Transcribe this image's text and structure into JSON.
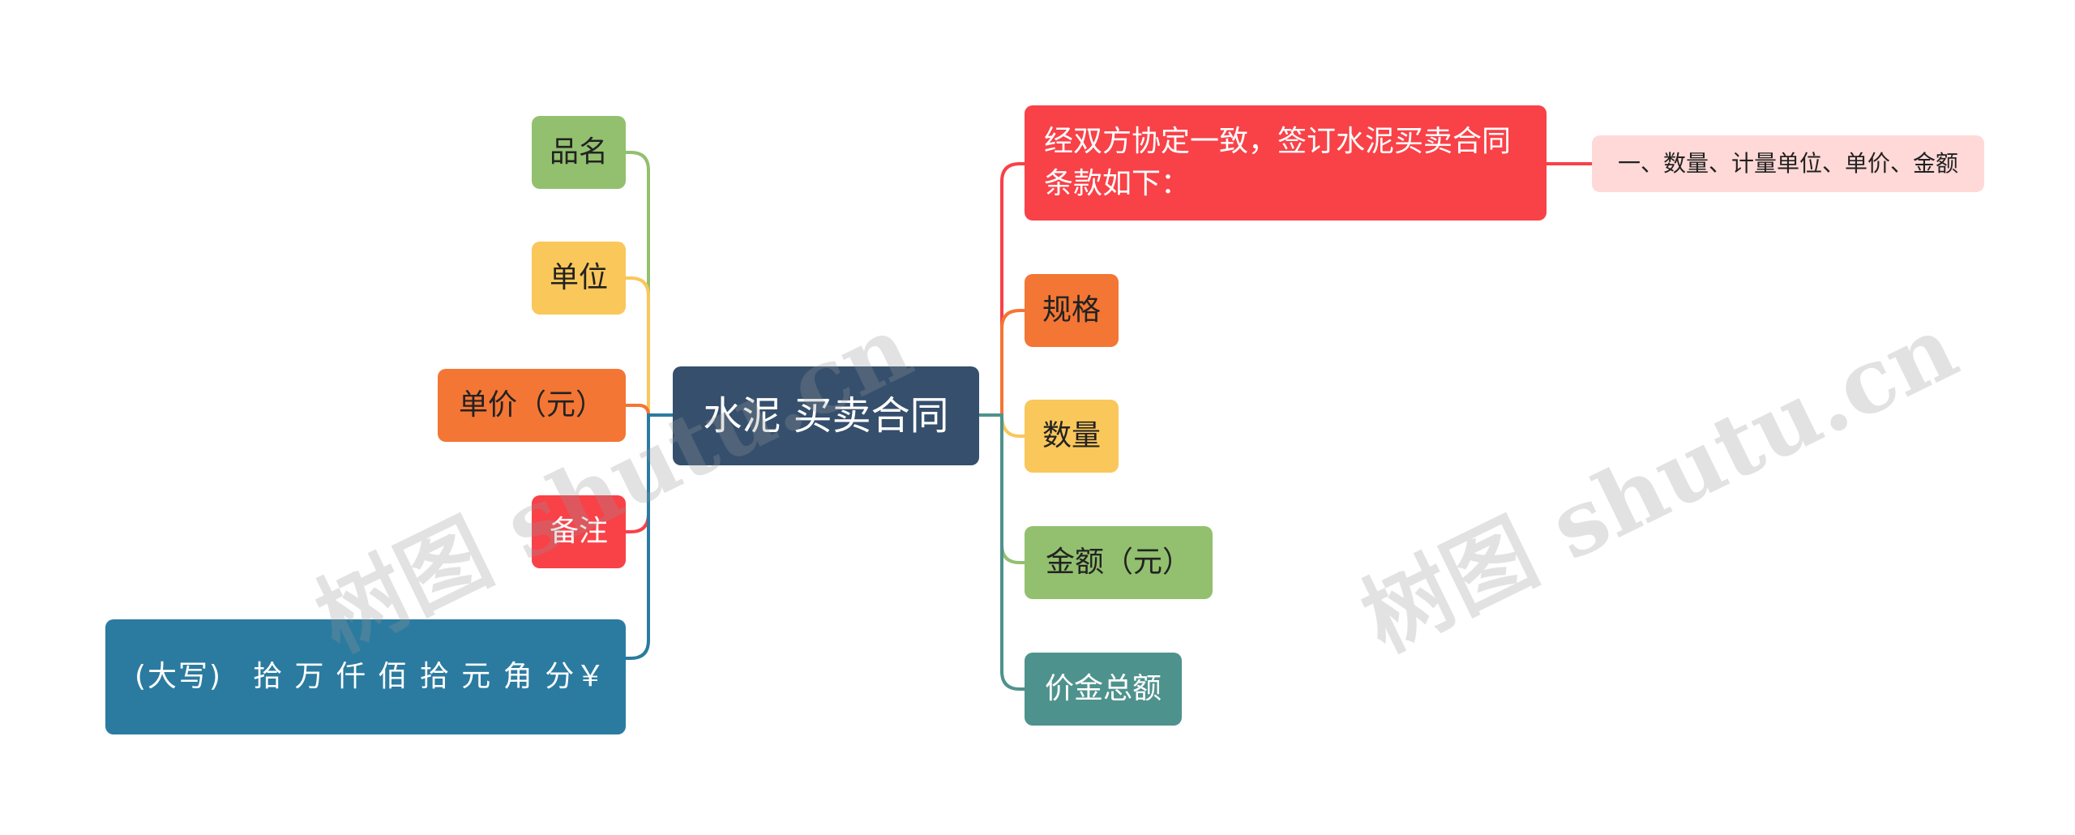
{
  "root": {
    "label": "水泥 买卖合同"
  },
  "left_nodes": [
    {
      "id": "pinming",
      "label": "品名"
    },
    {
      "id": "danwei",
      "label": "单位"
    },
    {
      "id": "danjia",
      "label": "单价（元）"
    },
    {
      "id": "beizhu",
      "label": "备注"
    },
    {
      "id": "daxie",
      "label": "(大写)　拾 万 仟 佰 拾 元 角 分￥"
    }
  ],
  "right_nodes": [
    {
      "id": "jingshuangfang",
      "label": "经双方协定一致，签订水泥买卖合同条款如下："
    },
    {
      "id": "guige",
      "label": "规格"
    },
    {
      "id": "shuliang",
      "label": "数量"
    },
    {
      "id": "jine",
      "label": "金额（元）"
    },
    {
      "id": "jiajin",
      "label": "价金总额"
    }
  ],
  "sub_nodes": [
    {
      "id": "tiaokuan1",
      "label": "一、数量、计量单位、单价、金额"
    }
  ],
  "watermarks": [
    "树图 shutu.cn",
    "树图 shutu.cn"
  ],
  "colors": {
    "root": "#354f6c",
    "red": "#f94148",
    "orange": "#f37634",
    "yellow": "#fac75b",
    "green": "#92c06f",
    "teal": "#4e928d",
    "blue": "#2b7ba0",
    "pink": "#ffd9d7"
  }
}
